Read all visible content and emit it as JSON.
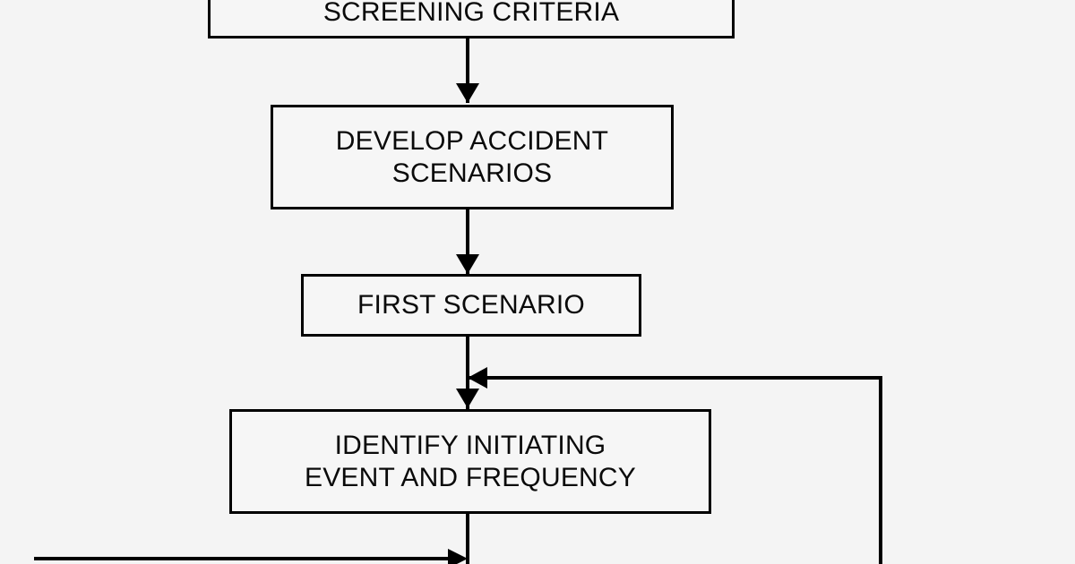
{
  "diagram": {
    "title": "Accident Scenario Risk Analysis Flowchart (partial view)",
    "background_color": "#f4f4f4",
    "line_color": "#000000",
    "box_fill_color": "#f6f6f6",
    "text_color": "#0a0a0a",
    "nodes": [
      {
        "id": "screening-criteria",
        "label": "SCREENING CRITERIA",
        "shape": "rectangle",
        "clipped": "top"
      },
      {
        "id": "develop-accident-scenarios",
        "label": "DEVELOP ACCIDENT\nSCENARIOS",
        "shape": "rectangle"
      },
      {
        "id": "first-scenario",
        "label": "FIRST SCENARIO",
        "shape": "rectangle"
      },
      {
        "id": "identify-initiating-event-and-frequency",
        "label": "IDENTIFY INITIATING\nEVENT AND FREQUENCY",
        "shape": "rectangle"
      }
    ],
    "connectors": [
      {
        "id": "screening-to-develop",
        "from": "screening-criteria",
        "to": "develop-accident-scenarios",
        "direction": "down",
        "arrowhead": "down"
      },
      {
        "id": "develop-to-first",
        "from": "develop-accident-scenarios",
        "to": "first-scenario",
        "direction": "down",
        "arrowhead": "down"
      },
      {
        "id": "first-to-identify",
        "from": "first-scenario",
        "to": "identify-initiating-event-and-frequency",
        "direction": "down",
        "arrowhead": "down"
      },
      {
        "id": "right-feedback-loop",
        "from": "off-screen-right",
        "to": "identify-initiating-event-and-frequency",
        "direction": "left",
        "arrowhead": "left"
      },
      {
        "id": "identify-down-continue",
        "from": "identify-initiating-event-and-frequency",
        "to": "off-screen-bottom",
        "direction": "down",
        "arrowhead": "none"
      },
      {
        "id": "bottom-left-feedback",
        "from": "off-screen-left",
        "to": "main-column",
        "direction": "right",
        "arrowhead": "right"
      }
    ]
  }
}
